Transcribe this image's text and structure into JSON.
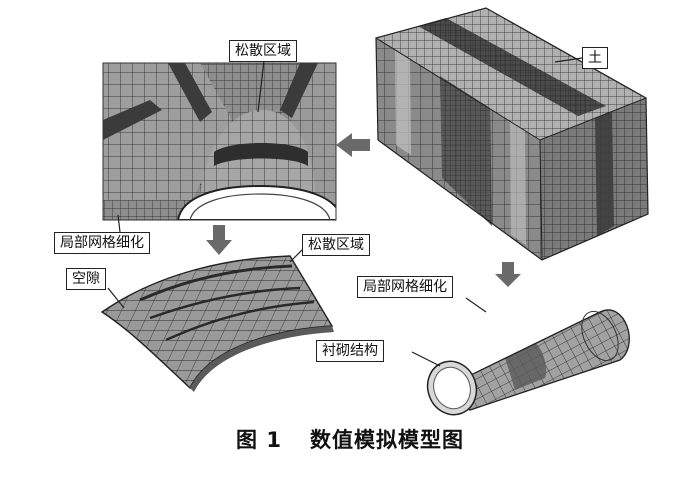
{
  "labels": {
    "loose_zone_top": "松散区域",
    "soil": "土",
    "local_refine_left": "局部网格细化",
    "loose_zone_mid": "松散区域",
    "void": "空隙",
    "local_refine_right": "局部网格细化",
    "lining": "衬砌结构"
  },
  "caption": {
    "number": "图 1",
    "title": "数值模拟模型图"
  },
  "colors": {
    "mesh_light": "#9a9a9a",
    "mesh_mid": "#6e6e6e",
    "mesh_dark": "#3a3a3a",
    "mesh_line": "#1f1f1f",
    "arrow": "#6a6a6a"
  }
}
